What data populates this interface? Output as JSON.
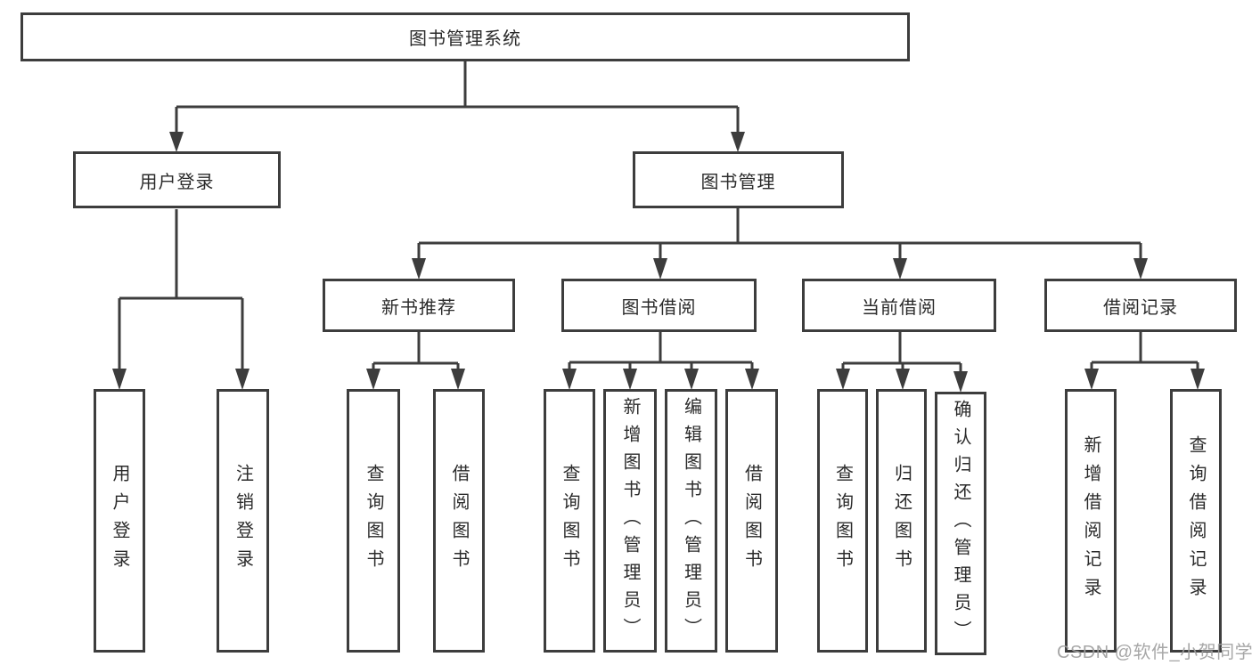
{
  "colors": {
    "line": "#3d3d3d",
    "box_border": "#3d3d3d",
    "text": "#2b2b2b",
    "watermark": "#a0a0a0",
    "background": "#ffffff"
  },
  "watermark": {
    "text": "CSDN @软件_小贺同学"
  },
  "diagram": {
    "root": {
      "label": "图书管理系统"
    },
    "level2": [
      {
        "id": "user-login",
        "label": "用户登录"
      },
      {
        "id": "book-management",
        "label": "图书管理"
      }
    ],
    "level3": [
      {
        "id": "new-book-recommend",
        "parent": "图书管理",
        "label": "新书推荐"
      },
      {
        "id": "book-borrowing",
        "parent": "图书管理",
        "label": "图书借阅"
      },
      {
        "id": "current-borrowing",
        "parent": "图书管理",
        "label": "当前借阅"
      },
      {
        "id": "borrowing-records",
        "parent": "图书管理",
        "label": "借阅记录"
      }
    ],
    "leaves": [
      {
        "parent": "用户登录",
        "label": "用户登录"
      },
      {
        "parent": "用户登录",
        "label": "注销登录"
      },
      {
        "parent": "新书推荐",
        "label": "查询图书"
      },
      {
        "parent": "新书推荐",
        "label": "借阅图书"
      },
      {
        "parent": "图书借阅",
        "label": "查询图书"
      },
      {
        "parent": "图书借阅",
        "label": "新增图书（管理员）"
      },
      {
        "parent": "图书借阅",
        "label": "编辑图书（管理员）"
      },
      {
        "parent": "图书借阅",
        "label": "借阅图书"
      },
      {
        "parent": "当前借阅",
        "label": "查询图书"
      },
      {
        "parent": "当前借阅",
        "label": "归还图书"
      },
      {
        "parent": "当前借阅",
        "label": "确认归还（管理员）"
      },
      {
        "parent": "借阅记录",
        "label": "新增借阅记录"
      },
      {
        "parent": "借阅记录",
        "label": "查询借阅记录"
      }
    ]
  }
}
